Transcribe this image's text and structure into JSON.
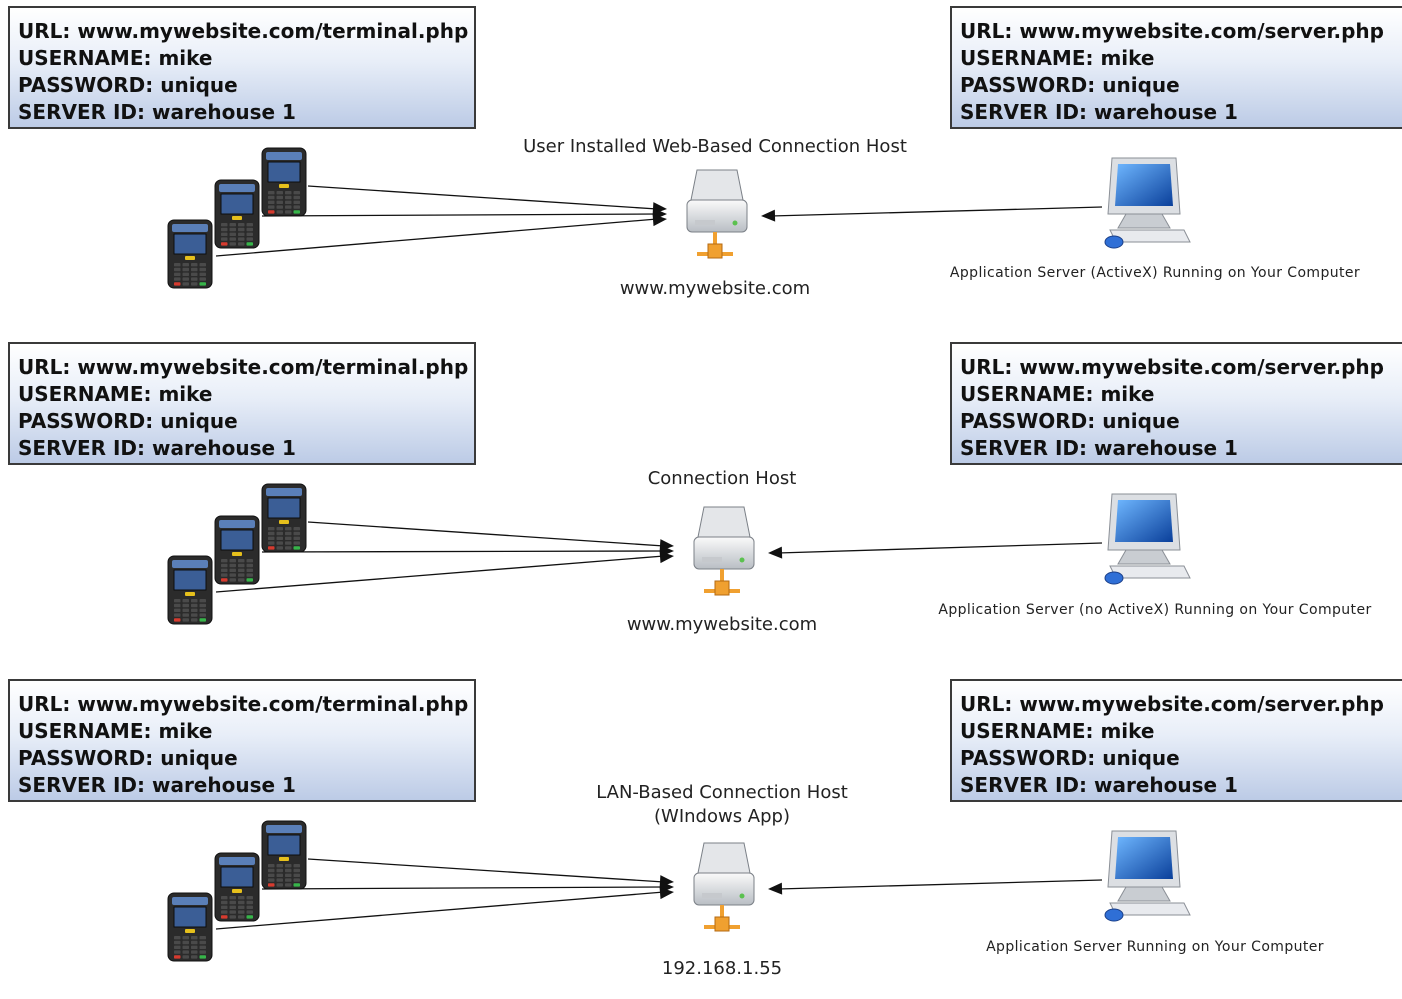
{
  "panels": [
    {
      "terminal_box": {
        "url": "URL: www.mywebsite.com/terminal.php",
        "username": "USERNAME: mike",
        "password": "PASSWORD: unique",
        "server_id": "SERVER ID: warehouse 1"
      },
      "server_box": {
        "url": "URL: www.mywebsite.com/server.php",
        "username": "USERNAME: mike",
        "password": "PASSWORD: unique",
        "server_id": "SERVER ID: warehouse 1"
      },
      "host_title_1": "User Installed Web-Based Connection Host",
      "host_title_2": "",
      "host_address": "www.mywebsite.com",
      "app_label": "Application Server (ActiveX) Running on Your Computer",
      "icons": {
        "terminals": "handheld-terminal-icon",
        "host": "server-host-icon",
        "computer": "desktop-computer-icon"
      }
    },
    {
      "terminal_box": {
        "url": "URL: www.mywebsite.com/terminal.php",
        "username": "USERNAME: mike",
        "password": "PASSWORD: unique",
        "server_id": "SERVER ID: warehouse 1"
      },
      "server_box": {
        "url": "URL: www.mywebsite.com/server.php",
        "username": "USERNAME: mike",
        "password": "PASSWORD: unique",
        "server_id": "SERVER ID: warehouse 1"
      },
      "host_title_1": "Connection Host",
      "host_title_2": "",
      "host_address": "www.mywebsite.com",
      "app_label": "Application Server (no ActiveX) Running on Your Computer",
      "icons": {
        "terminals": "handheld-terminal-icon",
        "host": "server-host-icon",
        "computer": "desktop-computer-icon"
      }
    },
    {
      "terminal_box": {
        "url": "URL: www.mywebsite.com/terminal.php",
        "username": "USERNAME: mike",
        "password": "PASSWORD: unique",
        "server_id": "SERVER ID: warehouse 1"
      },
      "server_box": {
        "url": "URL: www.mywebsite.com/server.php",
        "username": "USERNAME: mike",
        "password": "PASSWORD: unique",
        "server_id": "SERVER ID: warehouse 1"
      },
      "host_title_1": "LAN-Based Connection Host",
      "host_title_2": "(WIndows App)",
      "host_address": "192.168.1.55",
      "app_label": "Application Server Running on Your Computer",
      "icons": {
        "terminals": "handheld-terminal-icon",
        "host": "server-host-icon",
        "computer": "desktop-computer-icon"
      }
    }
  ],
  "colors": {
    "box_border": "#3a3a3a",
    "box_fill_top": "#ffffff",
    "box_fill_bottom": "#bccbe6",
    "arrow": "#111111",
    "host_connector": "#f0a030",
    "screen_blue": "#1a6fd0"
  }
}
